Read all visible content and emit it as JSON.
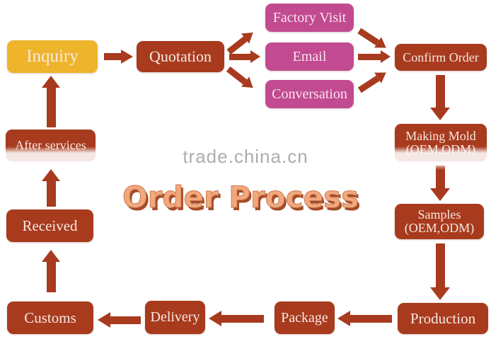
{
  "diagram": {
    "title": "Order Process",
    "watermark": "trade.china.cn"
  },
  "nodes": {
    "inquiry": {
      "label": "Inquiry"
    },
    "quotation": {
      "label": "Quotation"
    },
    "factory_visit": {
      "label": "Factory Visit"
    },
    "email": {
      "label": "Email"
    },
    "conversation": {
      "label": "Conversation"
    },
    "confirm_order": {
      "label": "Confirm Order"
    },
    "making_mold": {
      "line1": "Making Mold",
      "line2": "(OEM,ODM)"
    },
    "samples": {
      "line1": "Samples",
      "line2": "(OEM,ODM)"
    },
    "production": {
      "label": "Production"
    },
    "package": {
      "label": "Package"
    },
    "delivery": {
      "label": "Delivery"
    },
    "customs": {
      "label": "Customs"
    },
    "received": {
      "label": "Received"
    },
    "after_services": {
      "label": "After services"
    }
  },
  "edges": [
    {
      "from": "inquiry",
      "to": "quotation"
    },
    {
      "from": "quotation",
      "to": "factory_visit"
    },
    {
      "from": "quotation",
      "to": "email"
    },
    {
      "from": "quotation",
      "to": "conversation"
    },
    {
      "from": "factory_visit",
      "to": "confirm_order"
    },
    {
      "from": "email",
      "to": "confirm_order"
    },
    {
      "from": "conversation",
      "to": "confirm_order"
    },
    {
      "from": "confirm_order",
      "to": "making_mold"
    },
    {
      "from": "making_mold",
      "to": "samples"
    },
    {
      "from": "samples",
      "to": "production"
    },
    {
      "from": "production",
      "to": "package"
    },
    {
      "from": "package",
      "to": "delivery"
    },
    {
      "from": "delivery",
      "to": "customs"
    },
    {
      "from": "customs",
      "to": "received"
    },
    {
      "from": "received",
      "to": "after_services"
    },
    {
      "from": "after_services",
      "to": "inquiry"
    }
  ],
  "colors": {
    "box_red": "#a83a1e",
    "box_yellow": "#eeb42b",
    "box_pink": "#c24a90",
    "arrow": "#a83a1e",
    "text_light": "#f6e9e1",
    "pink_text": "#f8e3f0",
    "title_fill": "#f2a87c",
    "title_shadow": "#a34b28",
    "watermark": "#adadad"
  }
}
